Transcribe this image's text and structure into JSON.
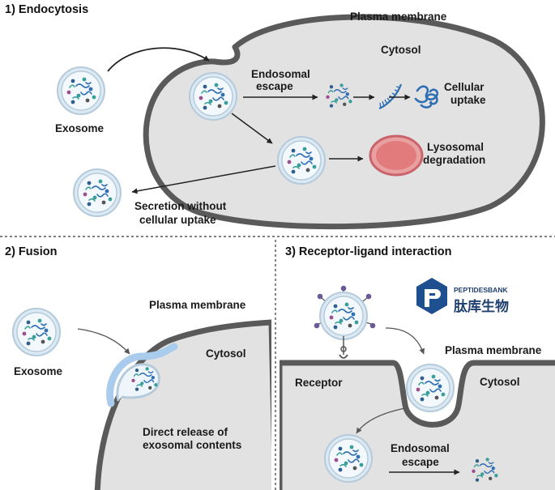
{
  "colors": {
    "cytosol_fill": "#e2e2e2",
    "membrane": "#5a5a5a",
    "exosome_outer": "#dbe9f3",
    "exosome_ring": "#b5cadb",
    "exosome_inner": "#f3f8fc",
    "lysosome": "#e07a7a",
    "lysosome_edge": "#c75a5a",
    "rna_blue": "#2f6fb3",
    "teal": "#3a9e9a",
    "fusion_blue": "#a9ccec",
    "logo_blue": "#1e4f8f"
  },
  "sections": {
    "endocytosis": {
      "title": "1) Endocytosis",
      "plasma_membrane": "Plasma membrane",
      "cytosol": "Cytosol",
      "exosome": "Exosome",
      "endosomal_escape": [
        "Endosomal",
        "escape"
      ],
      "cellular_uptake": [
        "Cellular",
        "uptake"
      ],
      "lysosomal_degradation": [
        "Lysosomal",
        "degradation"
      ],
      "secretion": [
        "Secretion without",
        "cellular uptake"
      ]
    },
    "fusion": {
      "title": "2) Fusion",
      "plasma_membrane": "Plasma membrane",
      "cytosol": "Cytosol",
      "exosome": "Exosome",
      "direct_release": [
        "Direct release of",
        "exosomal contents"
      ]
    },
    "receptor": {
      "title": "3) Receptor-ligand interaction",
      "plasma_membrane": "Plasma membrane",
      "cytosol": "Cytosol",
      "receptor": "Receptor",
      "endosomal_escape": [
        "Endosomal",
        "escape"
      ]
    }
  },
  "logo": {
    "name": "PEPTIDESBANK",
    "chinese": "肽库生物",
    "icon": "peptidesbank-logo-icon"
  }
}
